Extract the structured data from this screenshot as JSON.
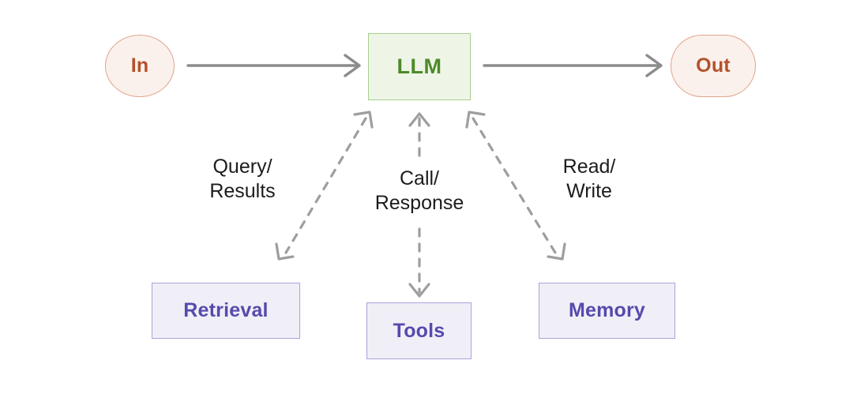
{
  "diagram": {
    "title": "LLM agent architecture flow",
    "background": "#ffffff",
    "nodes": {
      "input": {
        "label": "In",
        "shape": "circle",
        "fill": "#fbf1ec",
        "stroke": "#e0a48c",
        "text_color": "#b4512c"
      },
      "llm": {
        "label": "LLM",
        "shape": "rectangle",
        "fill": "#eef5e7",
        "stroke": "#a8cf8e",
        "text_color": "#4d8a29"
      },
      "output": {
        "label": "Out",
        "shape": "stadium",
        "fill": "#fbf1ec",
        "stroke": "#e0a48c",
        "text_color": "#b4512c"
      },
      "retrieval": {
        "label": "Retrieval",
        "shape": "rectangle",
        "fill": "#f0eff7",
        "stroke": "#a7a3dc",
        "text_color": "#554aad"
      },
      "tools": {
        "label": "Tools",
        "shape": "rectangle",
        "fill": "#f0eff7",
        "stroke": "#a7a3dc",
        "text_color": "#554aad"
      },
      "memory": {
        "label": "Memory",
        "shape": "rectangle",
        "fill": "#f0eff7",
        "stroke": "#a7a3dc",
        "text_color": "#554aad"
      }
    },
    "edges": {
      "in_to_llm": {
        "label": "",
        "style": "solid",
        "direction": "forward",
        "color": "#8c8c8c"
      },
      "llm_to_out": {
        "label": "",
        "style": "solid",
        "direction": "forward",
        "color": "#8c8c8c"
      },
      "llm_retrieval": {
        "label": "Query/\nResults",
        "style": "dashed",
        "direction": "both",
        "color": "#9a9a9a"
      },
      "llm_tools": {
        "label": "Call/\nResponse",
        "style": "dashed",
        "direction": "both",
        "color": "#9a9a9a"
      },
      "llm_memory": {
        "label": "Read/\nWrite",
        "style": "dashed",
        "direction": "both",
        "color": "#9a9a9a"
      }
    }
  }
}
